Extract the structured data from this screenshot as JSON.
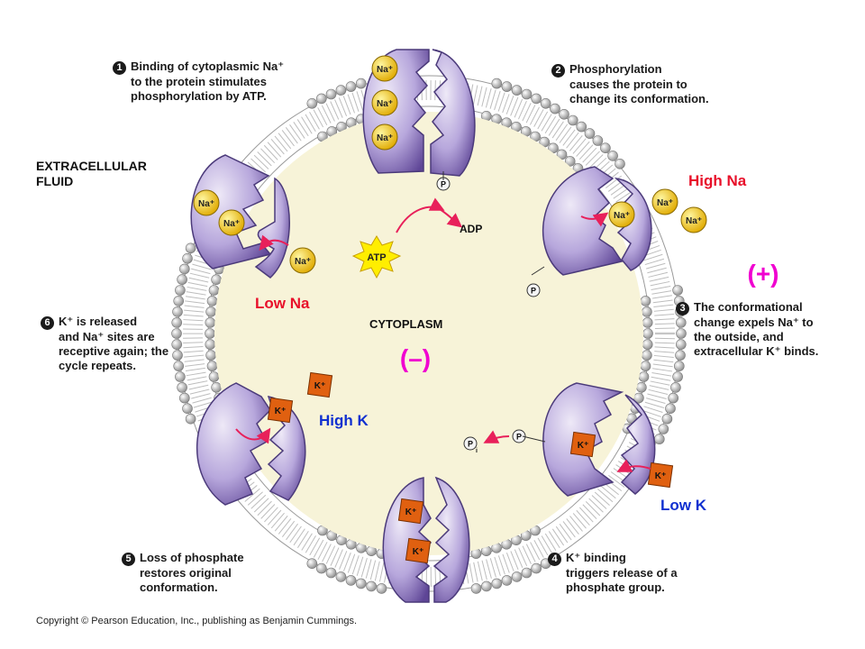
{
  "steps": [
    {
      "num": "1",
      "lines": [
        "Binding of cytoplasmic Na⁺",
        "to the protein stimulates",
        "phosphorylation by ATP."
      ]
    },
    {
      "num": "2",
      "lines": [
        "Phosphorylation",
        "causes the protein to",
        "change its conformation."
      ]
    },
    {
      "num": "3",
      "lines": [
        "The conformational",
        "change expels Na⁺ to",
        "the outside, and",
        "extracellular K⁺ binds."
      ]
    },
    {
      "num": "4",
      "lines": [
        "K⁺ binding",
        "triggers release of a",
        "phosphate group."
      ]
    },
    {
      "num": "5",
      "lines": [
        "Loss of phosphate",
        "restores original",
        "conformation."
      ]
    },
    {
      "num": "6",
      "lines": [
        "K⁺ is released",
        "and Na⁺ sites are",
        "receptive again; the",
        "cycle repeats."
      ]
    }
  ],
  "labels": {
    "extracellular": [
      "EXTRACELLULAR",
      "FLUID"
    ],
    "cytoplasm": "CYTOPLASM",
    "high_na": "High Na",
    "low_na": "Low Na",
    "high_k": "High K",
    "low_k": "Low K",
    "plus": "(+)",
    "minus": "(–)",
    "atp": "ATP",
    "adp": "ADP",
    "na_ion": "Na⁺",
    "k_ion": "K⁺",
    "phosphate": "P",
    "pi": "P"
  },
  "copyright": "Copyright © Pearson Education, Inc., publishing as Benjamin Cummings.",
  "colors": {
    "cytoplasm_fill": "#f7f3d8",
    "lipid_head": "#c8c8c8",
    "protein_light": "#d9d0ee",
    "protein_dark": "#6a4d9e",
    "na_ion": "#f4c400",
    "k_ion": "#e06010",
    "red_label": "#e8102a",
    "blue_label": "#1030d0",
    "magenta": "#f000d0",
    "arrow": "#e8205a"
  }
}
